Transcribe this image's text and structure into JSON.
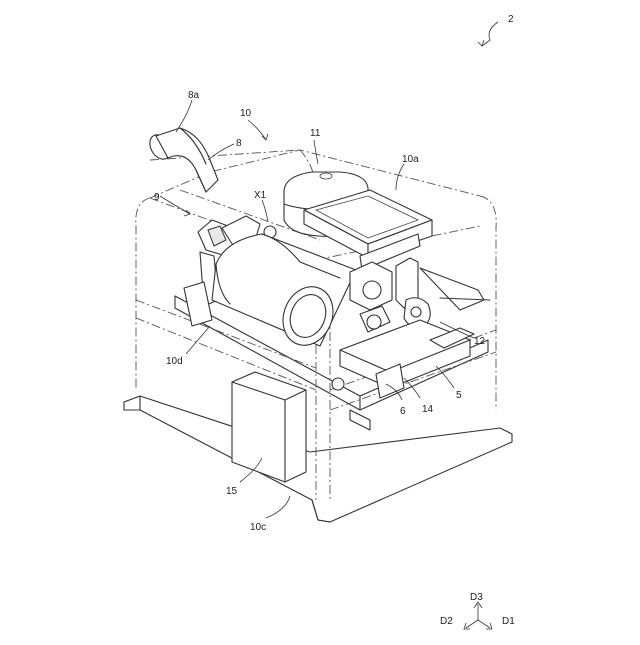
{
  "labels": {
    "fig_ref": "2",
    "l8a": "8a",
    "l8": "8",
    "l10": "10",
    "l11": "11",
    "l10a": "10a",
    "l9": "9",
    "lx1": "X1",
    "l12": "12",
    "l10d": "10d",
    "l5": "5",
    "l6": "6",
    "l14": "14",
    "l15": "15",
    "l10c": "10c"
  },
  "axes": {
    "d3": "D3",
    "d2": "D2",
    "d1": "D1"
  },
  "colors": {
    "line": "#333333",
    "background": "#ffffff"
  }
}
